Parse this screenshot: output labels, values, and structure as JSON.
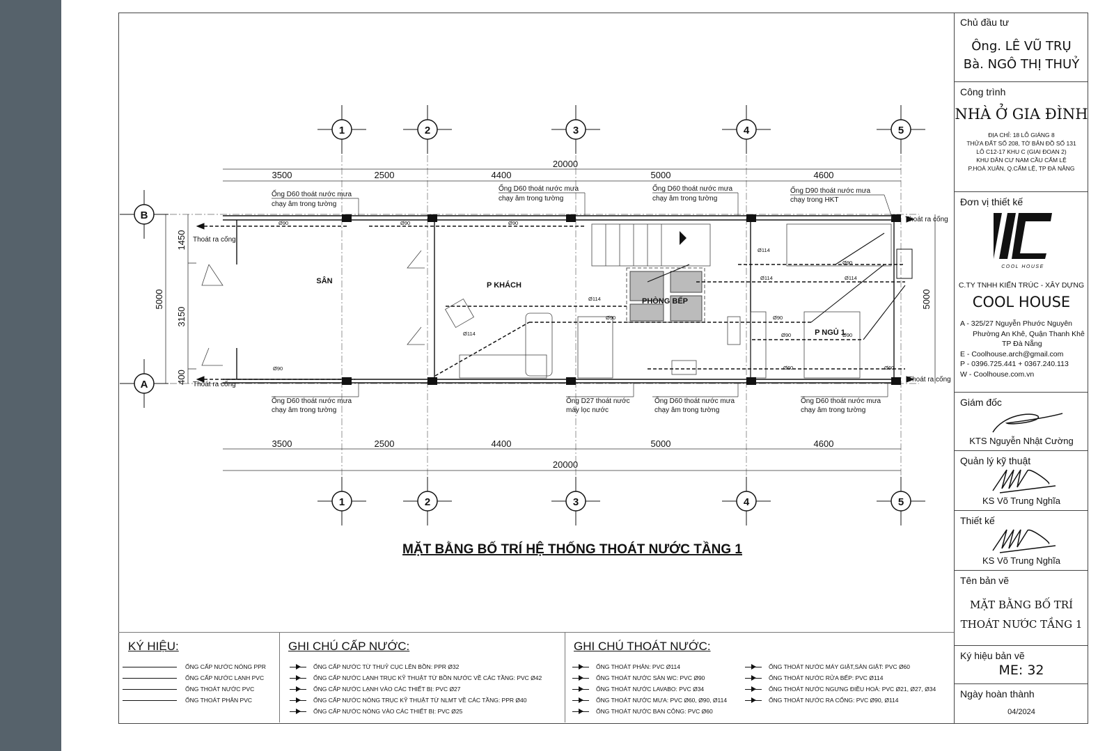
{
  "drawing": {
    "title": "MẶT BẰNG BỐ TRÍ HỆ THỐNG THOÁT NƯỚC TẦNG 1",
    "axes_columns": [
      "1",
      "2",
      "3",
      "4",
      "5"
    ],
    "axes_rows": [
      "B",
      "A"
    ],
    "dims_top": [
      "3500",
      "2500",
      "4400",
      "5000",
      "4600"
    ],
    "dims_total": "20000",
    "dims_bottom": [
      "3500",
      "2500",
      "4400",
      "5000",
      "4600"
    ],
    "dims_left": [
      "1450",
      "3150",
      "400"
    ],
    "dim_left_total": "5000",
    "dim_right_total": "5000",
    "rooms": {
      "san": "SÂN",
      "khach": "P KHÁCH",
      "bep": "PHÒNG BẾP",
      "ngu": "P NGỦ 1"
    },
    "notes_top": [
      {
        "l1": "Ống D60 thoát nước mưa",
        "l2": "chạy âm trong tường"
      },
      {
        "l1": "Ống D60 thoát nước mưa",
        "l2": "chạy âm trong tường"
      },
      {
        "l1": "Ống D60 thoát nước mưa",
        "l2": "chạy âm trong tường"
      },
      {
        "l1": "Ống D90 thoát nước mưa",
        "l2": "chạy trong HKT"
      }
    ],
    "notes_bottom": [
      {
        "l1": "Ống D60 thoát nước mưa",
        "l2": "chạy âm trong tường"
      },
      {
        "l1": "Ống D27 thoát nước",
        "l2": "máy lọc nước"
      },
      {
        "l1": "Ống D60 thoát nước mưa",
        "l2": "chạy âm trong tường"
      },
      {
        "l1": "Ống D60 thoát nước mưa",
        "l2": "chạy âm trong tường"
      }
    ],
    "outlet": "Thoát ra cống",
    "pipe_labels": {
      "d90": "Ø90",
      "d114": "Ø114",
      "d60": "Ø60"
    }
  },
  "legend": {
    "symbols_title": "KÝ HIỆU:",
    "symbols": [
      "ỐNG CẤP NƯỚC NÓNG PPR",
      "ỐNG CẤP NƯỚC LẠNH PVC",
      "ỐNG THOÁT NƯỚC PVC",
      "ỐNG THOÁT PHÂN PVC"
    ],
    "supply_title": "GHI CHÚ CẤP NƯỚC:",
    "supply": [
      "ỐNG CẤP NƯỚC TỪ THUỶ CỤC LÊN BỒN: PPR Ø32",
      "ỐNG CẤP NƯỚC LẠNH TRỤC KỸ THUẬT TỪ BỒN NƯỚC VỀ CÁC TẦNG: PVC Ø42",
      "ỐNG CẤP NƯỚC LẠNH VÀO CÁC THIẾT BỊ: PVC Ø27",
      "ỐNG CẤP NƯỚC NÓNG TRỤC KỸ THUẬT TỪ NLMT VỀ CÁC TẦNG: PPR Ø40",
      "ỐNG CẤP NƯỚC NÓNG VÀO CÁC THIẾT BỊ: PVC Ø25"
    ],
    "drain_title": "GHI CHÚ THOÁT NƯỚC:",
    "drain_left": [
      "ỐNG THOÁT PHÂN: PVC Ø114",
      "ỐNG THOÁT NƯỚC SÀN WC: PVC Ø90",
      "ỐNG THOÁT NƯỚC LAVABO: PVC Ø34",
      "ỐNG THOÁT NƯỚC MƯA: PVC Ø60, Ø90, Ø114",
      "ỐNG THOÁT NƯỚC BAN CÔNG: PVC Ø60"
    ],
    "drain_right": [
      "ỐNG THOÁT NƯỚC MÁY GIẶT,SÀN GIẶT: PVC Ø60",
      "ỐNG THOÁT NƯỚC RỬA BẾP: PVC Ø114",
      "ỐNG THOÁT NƯỚC NGƯNG ĐIỀU HOÀ: PVC Ø21, Ø27, Ø34",
      "ỐNG THOÁT NƯỚC RA CỐNG: PVC Ø90, Ø114"
    ]
  },
  "title_block": {
    "owner_label": "Chủ đầu tư",
    "owner1": "Ông. LÊ VŨ TRỤ",
    "owner2": "Bà. NGÔ THỊ THUỶ",
    "project_label": "Công trình",
    "project": "NHÀ Ở GIA ĐÌNH",
    "address": [
      "ĐỊA CHỈ: 18 LỖ GIÁNG 8",
      "THỬA ĐẤT SỐ 208, TỜ BẢN ĐỒ SỐ 131",
      "LÔ C12-17 KHU C (GIAI ĐOẠN 2)",
      "KHU DÂN CƯ NAM CẦU CẨM LỆ",
      "P.HOÀ XUÂN, Q.CẨM LỆ, TP ĐÀ NẴNG"
    ],
    "designer_label": "Đơn vị thiết kế",
    "logo_text": "COOL HOUSE",
    "company_line": "C.TY TNHH KIẾN TRÚC - XÂY DỰNG",
    "company": "COOL HOUSE",
    "company_addr": [
      "A - 325/27 Nguyễn Phước Nguyên",
      "Phường An Khê, Quận Thanh Khê",
      "TP Đà Nẵng"
    ],
    "email": "E - Coolhouse.arch@gmail.com",
    "phone": "P - 0396.725.441 + 0367.240.113",
    "web": "W - Coolhouse.com.vn",
    "director_label": "Giám đốc",
    "director": "KTS Nguyễn Nhật Cường",
    "tech_label": "Quản lý kỹ thuật",
    "tech": "KS Võ Trung Nghĩa",
    "design_label": "Thiết kế",
    "design": "KS Võ Trung Nghĩa",
    "sheet_name_label": "Tên bản vẽ",
    "sheet_name1": "MẶT BẰNG BỐ TRÍ",
    "sheet_name2": "THOÁT NƯỚC TẦNG 1",
    "code_label": "Ký hiệu bản vẽ",
    "code": "ME: 32",
    "date_label": "Ngày hoàn thành",
    "date": "04/2024"
  }
}
